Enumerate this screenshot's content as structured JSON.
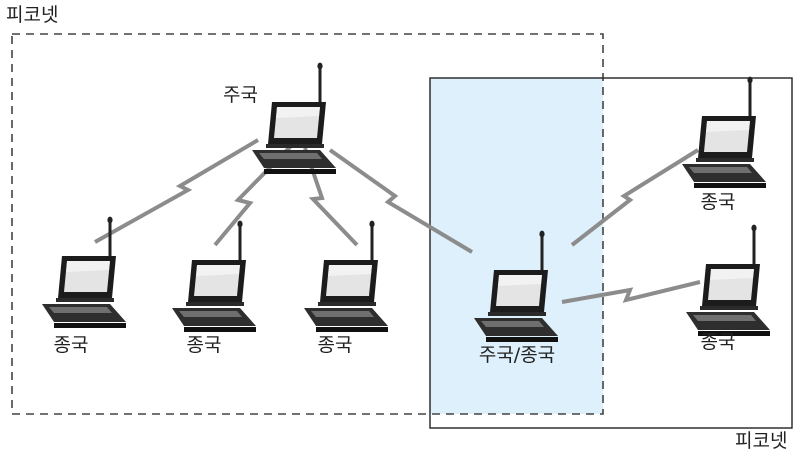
{
  "piconet_label_top": "피코넷",
  "piconet_label_bottom": "피코넷",
  "devices": {
    "master": "주국",
    "slave1": "종국",
    "slave2": "종국",
    "slave3": "종국",
    "bridge": "주국/종국",
    "slave4": "종국",
    "slave5": "종국"
  },
  "colors": {
    "bridge_fill": "#ddf0fb",
    "link": "#8c8c8c",
    "frame": "#333333"
  }
}
